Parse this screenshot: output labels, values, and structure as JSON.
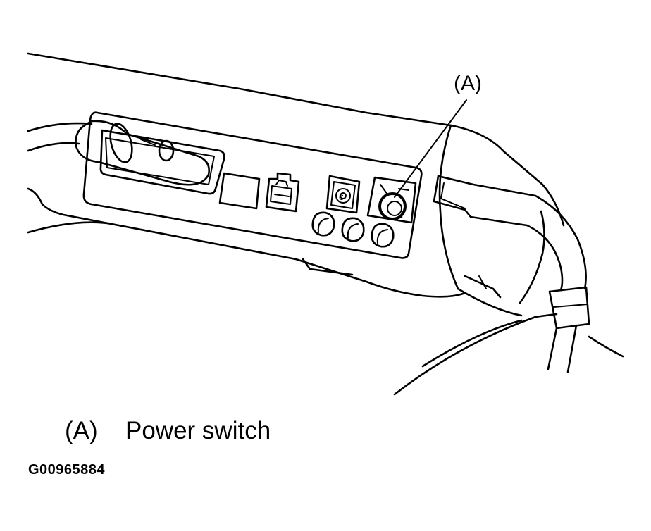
{
  "diagram": {
    "callout_label": "(A)"
  },
  "legend": [
    {
      "key": "(A)",
      "text": "Power switch"
    }
  ],
  "figure_id": "G00965884"
}
